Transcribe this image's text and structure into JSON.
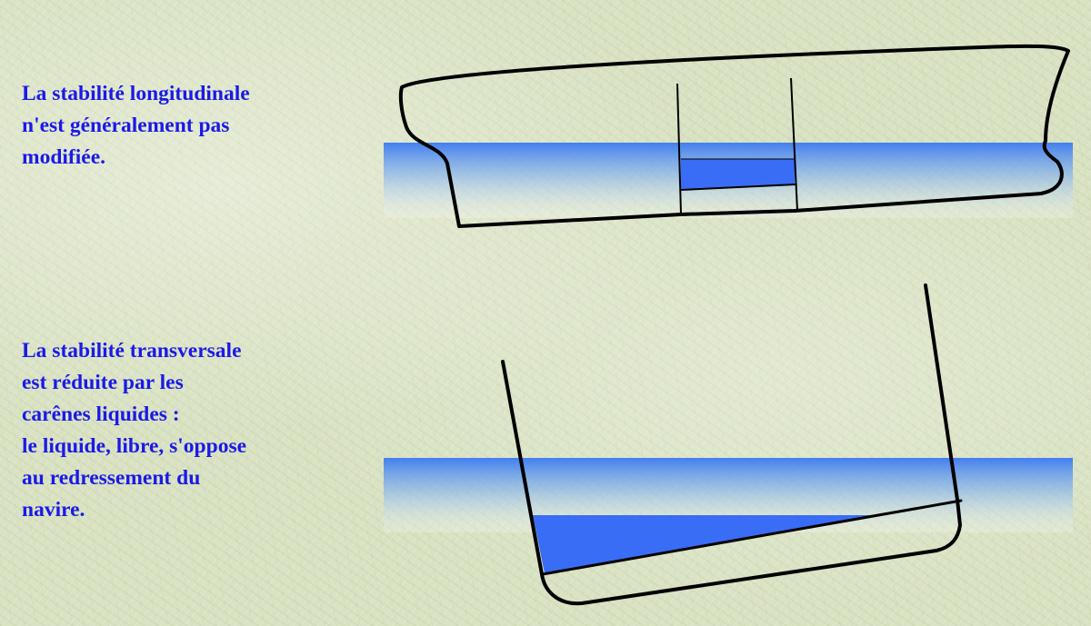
{
  "text_block_1": {
    "lines": [
      "La stabilité longitudinale",
      "n'est généralement pas",
      "modifiée."
    ]
  },
  "text_block_2": {
    "lines": [
      "La stabilité transversale",
      "est réduite par les",
      "carênes liquides :",
      "le liquide, libre, s'oppose",
      "au redressement du",
      "navire."
    ]
  },
  "colors": {
    "text": "#1a1ae6",
    "water": "#3a7af2",
    "liquid": "#3a6df5",
    "outline": "#000000",
    "background": "#d9e2c2"
  }
}
